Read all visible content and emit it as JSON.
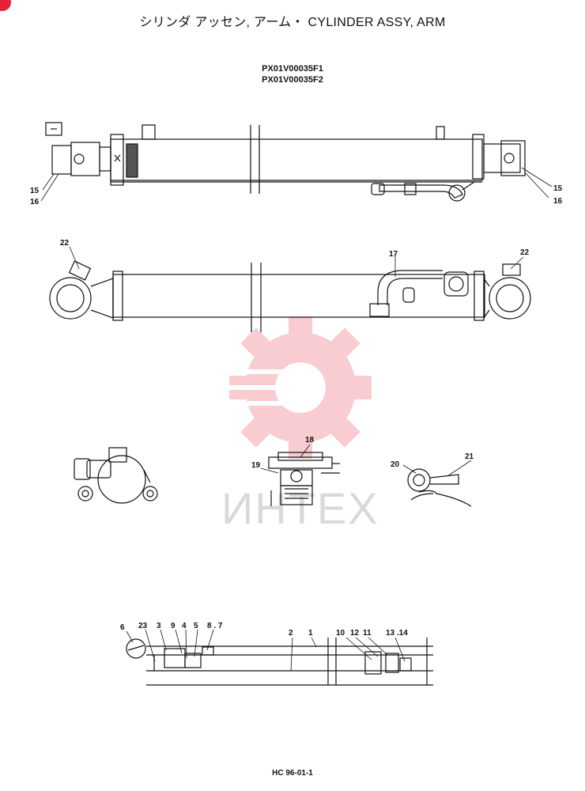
{
  "title": "シリンダ アッセン, アーム・ CYLINDER ASSY, ARM",
  "part_numbers": [
    "PX01V00035F1",
    "PX01V00035F2"
  ],
  "page_code": "HC 96-01-1",
  "watermark": {
    "text": "ИНТЕХ",
    "color": "#f0a0a8"
  },
  "callouts": {
    "c15a": "15",
    "c16a": "16",
    "c15b": "15",
    "c16b": "16",
    "c22a": "22",
    "c17": "17",
    "c22b": "22",
    "c18": "18",
    "c19": "19",
    "c20": "20",
    "c21": "21",
    "c6": "6",
    "c23": "23",
    "c3": "3",
    "c9": "9",
    "c4": "4",
    "c5": "5",
    "c87": "8 . 7",
    "c2": "2",
    "c1": "1",
    "c10": "10",
    "c12": "12",
    "c11": "11",
    "c1314": "13 .14"
  },
  "colors": {
    "accent": "#e8203a",
    "line": "#111111"
  }
}
